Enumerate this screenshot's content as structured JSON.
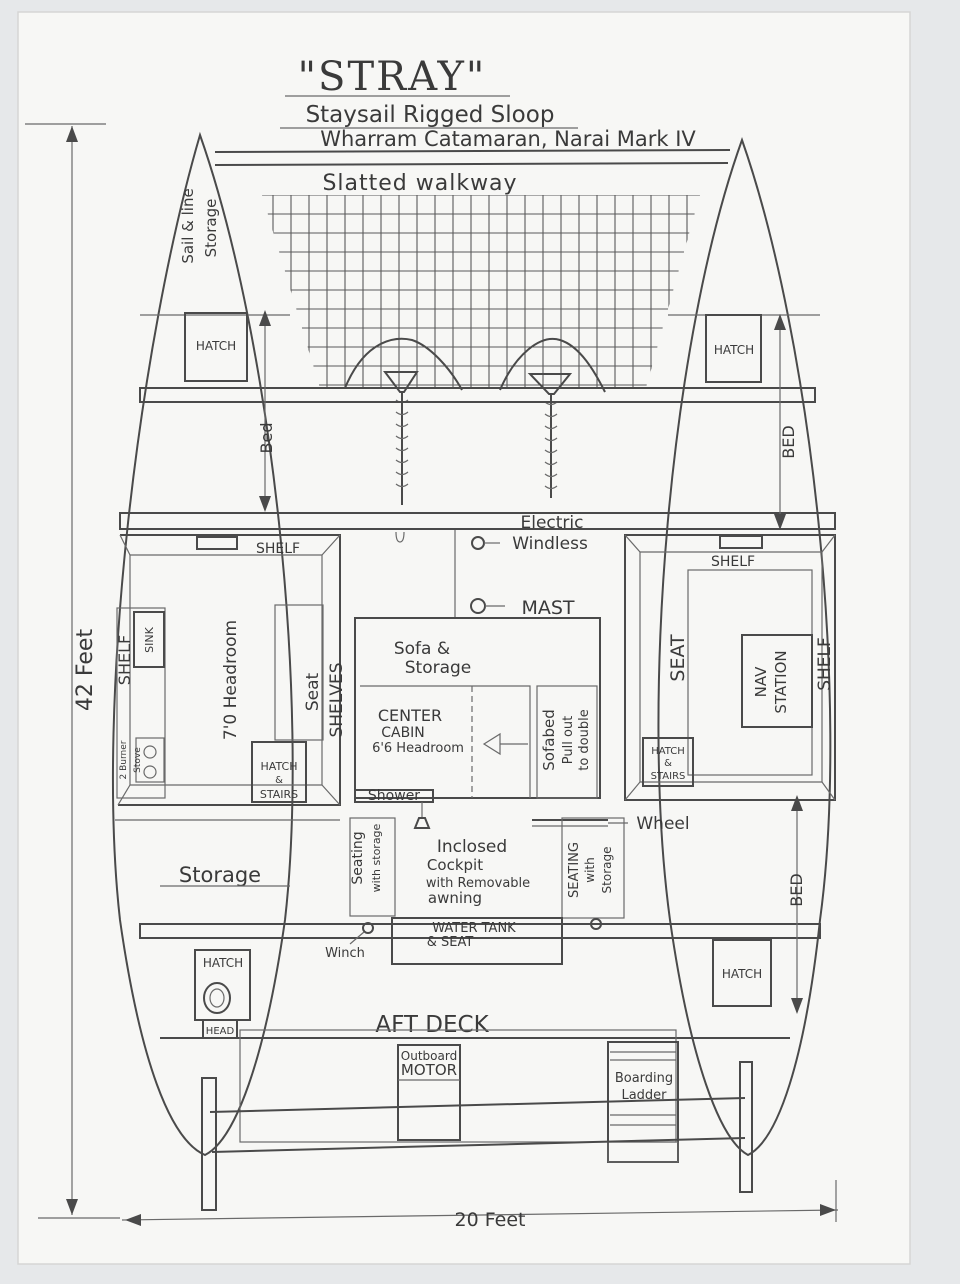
{
  "title": "\"STRAY\"",
  "subtitle_1": "Staysail Rigged Sloop",
  "subtitle_2": "Wharram Catamaran, Narai Mark IV",
  "walkway": "Slatted walkway",
  "dimensions": {
    "length": "42 Feet",
    "width": "20 Feet"
  },
  "port_hull": {
    "sail_storage": [
      "Sail & line",
      "Storage"
    ],
    "hatch_bow": "HATCH",
    "bed": "Bed",
    "shelf_top": "SHELF",
    "stove": [
      "2 Burner",
      "Stove"
    ],
    "shelf_side": "SHELF",
    "sink": "SINK",
    "headroom": "7'0 Headroom",
    "seat": "Seat",
    "shelves": "SHELVES",
    "hatch_stairs": [
      "HATCH",
      "&",
      "STAIRS"
    ],
    "storage": "Storage",
    "hatch_head": "HATCH",
    "head": "HEAD"
  },
  "starboard_hull": {
    "hatch_bow": "HATCH",
    "bed_fwd": "BED",
    "shelf_top": "SHELF",
    "seat": "SEAT",
    "nav_station": [
      "NAV",
      "STATION"
    ],
    "shelf_side": "SHELF",
    "hatch_stairs": [
      "HATCH",
      "&",
      "STAIRS"
    ],
    "bed_aft": "BED",
    "hatch_aft": "HATCH"
  },
  "bridge_deck": {
    "electric_windless": [
      "Electric",
      "Windless"
    ],
    "mast": "MAST",
    "sofa_storage": [
      "Sofa &",
      "Storage"
    ],
    "center_cabin": [
      "CENTER",
      "CABIN",
      "6'6 Headroom"
    ],
    "sofabed": [
      "Sofabed",
      "Pull out",
      "to double"
    ],
    "shower": "Shower",
    "wheel": "Wheel",
    "seating_port": [
      "Seating",
      "with storage"
    ],
    "cockpit": [
      "Inclosed",
      "Cockpit",
      "with Removable",
      "awning"
    ],
    "seating_stbd": [
      "SEATING",
      "with",
      "Storage"
    ],
    "water_tank": [
      "WATER TANK",
      "& SEAT"
    ],
    "winch": "Winch"
  },
  "aft_deck": {
    "label": "AFT DECK",
    "outboard": [
      "Outboard",
      "MOTOR"
    ],
    "boarding": [
      "Boarding",
      "Ladder"
    ]
  }
}
